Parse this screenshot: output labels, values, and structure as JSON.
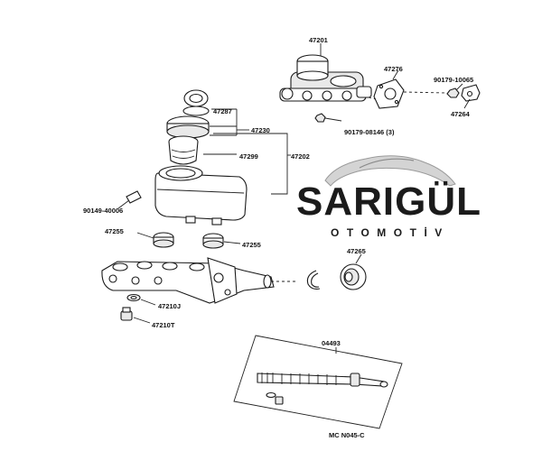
{
  "diagram": {
    "part_labels": [
      "47201",
      "47276",
      "90179-10065",
      "47287",
      "47230",
      "47264",
      "90179-08146 (3)",
      "47299",
      "47202",
      "90149-40006",
      "47255",
      "47255",
      "47265",
      "47210J",
      "47210T",
      "04493",
      "MC N045-C"
    ]
  },
  "logo": {
    "name": "SARIGÜL",
    "tagline": "OTOMOTİV"
  }
}
